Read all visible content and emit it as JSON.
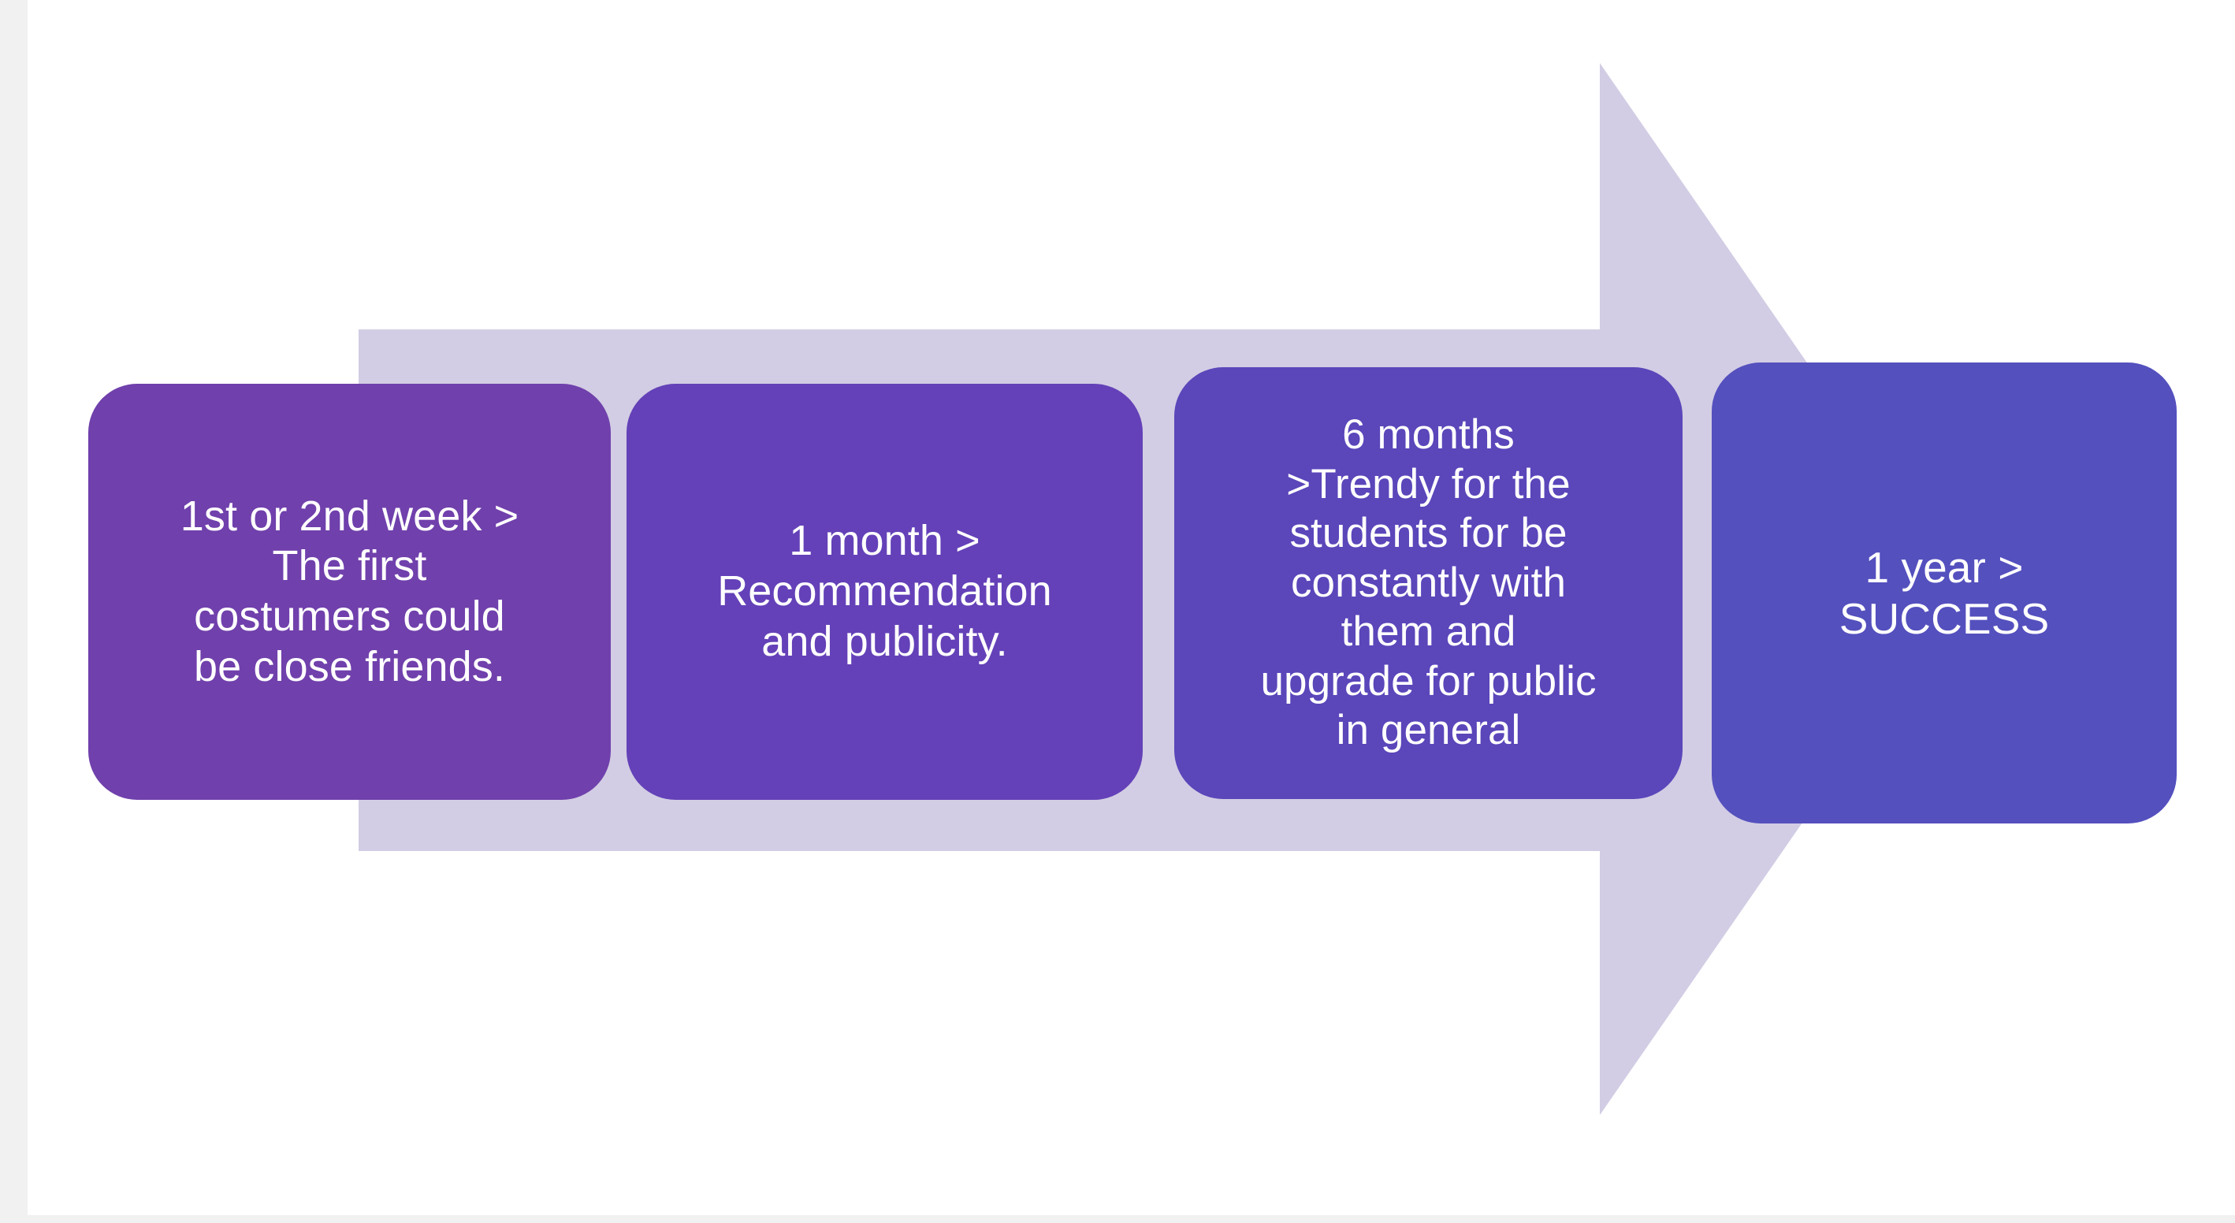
{
  "slide": {
    "background_color": "#ffffff",
    "gutter_color": "#f1f1f2"
  },
  "arrow": {
    "name": "right-block-arrow",
    "color": "#d2cde4",
    "direction": "right"
  },
  "steps": [
    {
      "id": "step-1",
      "label": "1st or 2nd week >\nThe first\ncostumers could\nbe close friends.",
      "period": "1st or 2nd week",
      "description": "The first costumers could be close friends.",
      "color": "#7040AC"
    },
    {
      "id": "step-2",
      "label": "1 month >\nRecommendation\nand publicity.",
      "period": "1 month",
      "description": "Recommendation and publicity.",
      "color": "#6441B8"
    },
    {
      "id": "step-3",
      "label": "6 months\n>Trendy for the\nstudents for be\nconstantly with\nthem and\nupgrade for public\nin general",
      "period": "6 months",
      "description": "Trendy for the students for be constantly with them and upgrade for public in general",
      "color": "#5B46BA"
    },
    {
      "id": "step-4",
      "label": "1 year >\nSUCCESS",
      "period": "1 year",
      "description": "SUCCESS",
      "color": "#5450BE"
    }
  ]
}
